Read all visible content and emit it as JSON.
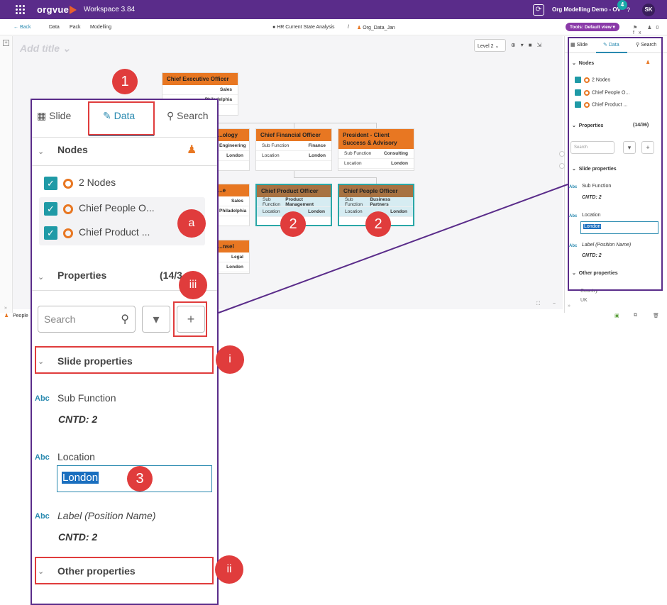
{
  "topbar": {
    "brand": "orgvue",
    "workspace": "Workspace  3.84",
    "demo": "Org Modelling Demo - OV",
    "notif": "4",
    "help": "?",
    "avatar": "SK"
  },
  "navbar": {
    "back": "Back",
    "data": "Data",
    "pack": "Pack",
    "modelling": "Modelling",
    "dataset": "HR Current State Analysis",
    "sep": "/",
    "file": "Org_Data_Jan",
    "tools": "Tools: Default view ▾",
    "icons": "⚑ ♟0 fx"
  },
  "canvas": {
    "add_title": "Add title",
    "level": "Level 2",
    "people_label": "People"
  },
  "cards": [
    {
      "title": "Chief Executive Officer",
      "rows": [
        [
          "",
          "Sales"
        ],
        [
          "",
          "Philadelphia"
        ]
      ]
    },
    {
      "title": "...ology",
      "rows": [
        [
          "",
          "Engineering"
        ],
        [
          "",
          "London"
        ]
      ]
    },
    {
      "title": "Chief Financial Officer",
      "rows": [
        [
          "Sub Function",
          "Finance"
        ],
        [
          "Location",
          "London"
        ]
      ]
    },
    {
      "title": "President - Client Success & Advisory",
      "rows": [
        [
          "Sub Function",
          "Consulting"
        ],
        [
          "Location",
          "London"
        ]
      ]
    },
    {
      "title": "...e",
      "rows": [
        [
          "",
          "Sales"
        ],
        [
          "",
          "Philadelphia"
        ]
      ]
    },
    {
      "title": "Chief Product Officer",
      "rows": [
        [
          "Sub Function",
          "Product Management"
        ],
        [
          "Location",
          "London"
        ]
      ]
    },
    {
      "title": "Chief People Officer",
      "rows": [
        [
          "Sub Function",
          "Business Partners"
        ],
        [
          "Location",
          "London"
        ]
      ]
    },
    {
      "title": "...nsel",
      "rows": [
        [
          "",
          "Legal"
        ],
        [
          "",
          "London"
        ]
      ]
    }
  ],
  "small_panel": {
    "tabs": [
      "Slide",
      "Data",
      "Search"
    ],
    "nodes_title": "Nodes",
    "nodes": [
      "2 Nodes",
      "Chief People O...",
      "Chief Product ..."
    ],
    "properties_title": "Properties",
    "properties_count": "(14/36)",
    "search_placeholder": "Search",
    "slide_props": "Slide properties",
    "sub_function": "Sub Function",
    "cntd": "CNTD: 2",
    "location": "Location",
    "location_value": "London",
    "label": "Label (Position Name)",
    "label_cntd": "CNTD: 2",
    "other_props": "Other properties",
    "country": "Country",
    "country_value": "UK"
  },
  "big_panel": {
    "tabs": [
      "Slide",
      "Data",
      "Search"
    ],
    "nodes_title": "Nodes",
    "nodes": [
      "2 Nodes",
      "Chief People O...",
      "Chief Product ..."
    ],
    "properties_title": "Properties",
    "properties_count": "(14/3",
    "search_placeholder": "Search",
    "slide_props": "Slide properties",
    "sub_function": "Sub Function",
    "cntd": "CNTD: 2",
    "location": "Location",
    "location_value": "London",
    "label": "Label (Position Name)",
    "label_cntd": "CNTD: 2",
    "other_props": "Other properties"
  },
  "markers": {
    "one": "1",
    "two_a": "2",
    "two_b": "2",
    "three": "3",
    "a": "a",
    "i": "i",
    "ii": "ii",
    "iii": "iii"
  }
}
